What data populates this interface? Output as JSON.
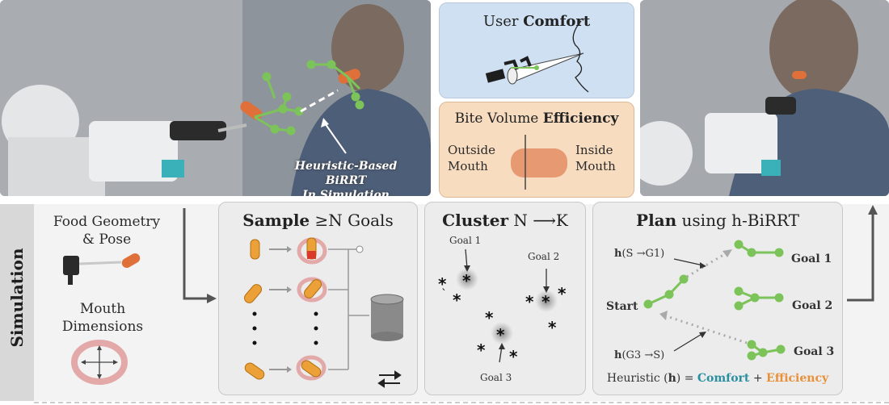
{
  "photo_left": {
    "caption_line1": "Heuristic-Based BiRRT",
    "caption_line2": "In Simulation"
  },
  "comfort": {
    "title_plain": "User ",
    "title_bold": "Comfort",
    "bg": "#cfe0f2"
  },
  "efficiency": {
    "title_plain": "Bite Volume ",
    "title_bold": "Efficiency",
    "outside_line1": "Outside",
    "outside_line2": "Mouth",
    "inside_line1": "Inside",
    "inside_line2": "Mouth",
    "bg": "#f7dcc0"
  },
  "sidebar": {
    "label": "Simulation",
    "bg": "#d8d8d8"
  },
  "inputs": {
    "food_line1": "Food Geometry",
    "food_line2": "& Pose",
    "mouth_line1": "Mouth",
    "mouth_line2": "Dimensions"
  },
  "sample": {
    "title_bold": "Sample",
    "title_rest": " ≥N Goals"
  },
  "cluster": {
    "title_bold": "Cluster",
    "title_rest": " N ⟶K",
    "goal1": "Goal 1",
    "goal2": "Goal 2",
    "goal3": "Goal 3"
  },
  "plan": {
    "title_bold": "Plan",
    "title_rest": " using h-BiRRT",
    "h1_prefix": "h",
    "h1_rest": "(S →G1)",
    "h3_prefix": "h",
    "h3_rest": "(G3 →S)",
    "start": "Start",
    "goal1": "Goal 1",
    "goal2": "Goal 2",
    "goal3": "Goal 3",
    "heuristic_label": "Heuristic (",
    "heuristic_h": "h",
    "heuristic_eq": ")  = ",
    "comfort": "Comfort",
    "plus": " + ",
    "efficiency": "Efficiency"
  },
  "colors": {
    "green": "#7cc35a",
    "orange": "#e8903a",
    "teal": "#2a8fa0",
    "panel": "#ececec",
    "arrow": "#555555"
  }
}
